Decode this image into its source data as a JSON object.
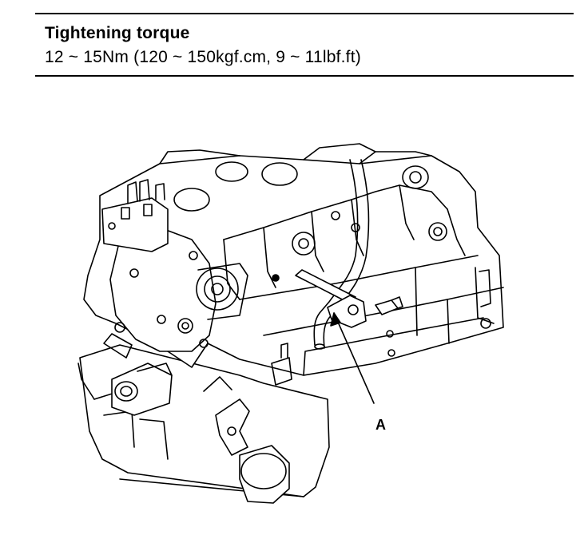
{
  "spec": {
    "title": "Tightening torque",
    "value": "12 ~ 15Nm (120 ~ 150kgf.cm, 9 ~ 11lbf.ft)"
  },
  "figure": {
    "callouts": [
      {
        "label": "A"
      }
    ]
  }
}
